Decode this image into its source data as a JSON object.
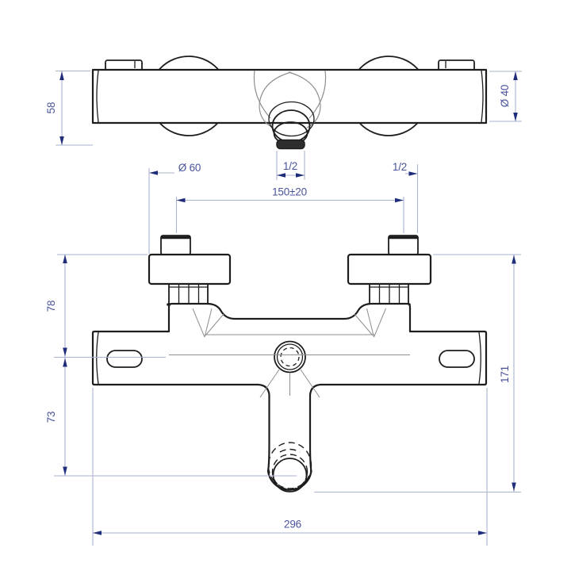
{
  "colors": {
    "outline": "#1d1d1d",
    "thin_gray": "#8f8f8f",
    "dim_line": "#aab3d2",
    "arrow": "#1e2c7a",
    "dim_text": "#4a549b",
    "paper": "#ffffff"
  },
  "views": {
    "top": {
      "label": "top-view-of-bath-shower-mixer",
      "dims": {
        "depth": "58",
        "end_diameter": "Ø 40",
        "spout_connection": "1/2"
      }
    },
    "front": {
      "label": "front-view-of-bath-shower-mixer",
      "dims": {
        "handle_diameter": "Ø 60",
        "inlet_spacing": "150±20",
        "shower_outlet": "1/2",
        "top_to_center": "78",
        "center_to_spout": "73",
        "overall_height": "171",
        "overall_width": "296"
      }
    }
  }
}
